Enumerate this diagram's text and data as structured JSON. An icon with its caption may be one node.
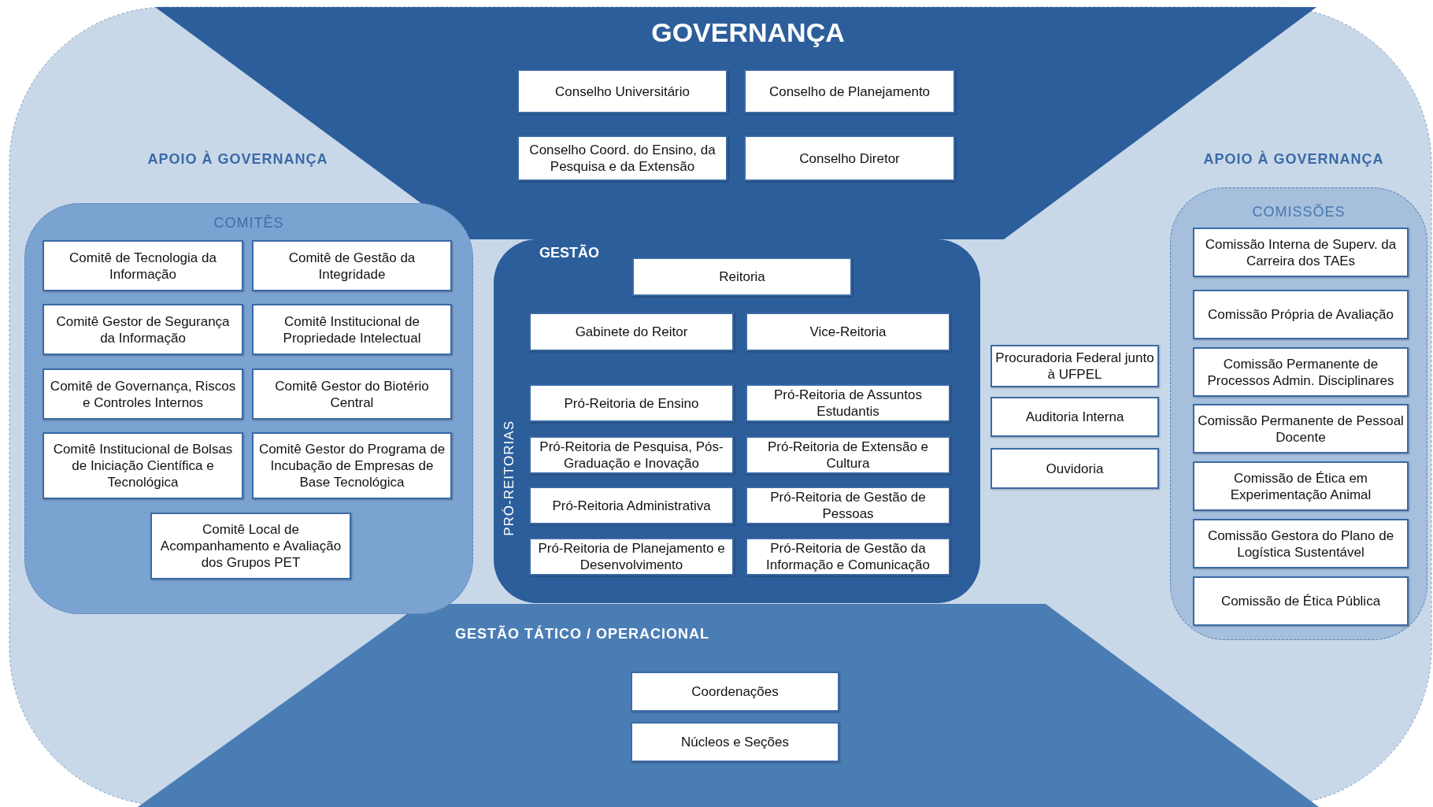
{
  "diagram": {
    "title": "GOVERNANÇA",
    "nodes": [
      {
        "text": [
          "Conselho Universitário"
        ]
      },
      {
        "text": [
          "Conselho de Planejamento"
        ]
      },
      {
        "text": [
          "Conselho Coord. do Ensino, da Pesquisa e da Extensão"
        ]
      },
      {
        "text": [
          "Conselho Diretor"
        ]
      },
      {
        "text": [
          "COMITÊS"
        ]
      },
      {
        "text": [
          "Comitê de Tecnologia da Informação"
        ],
        "in": 4
      },
      {
        "text": [
          "Comitê de Gestão da Integridade"
        ],
        "in": 4
      },
      {
        "text": [
          "Comitê Gestor de Segurança da Informação"
        ],
        "in": 4
      },
      {
        "text": [
          "Comitê Institucional de Propriedade Intelectual"
        ],
        "in": 4
      },
      {
        "text": [
          "Comitê de Governança, Riscos e Controles Internos"
        ],
        "in": 4
      },
      {
        "text": [
          "Comitê Gestor do Biotério Central"
        ],
        "in": 4
      },
      {
        "text": [
          "Comitê Institucional de Bolsas de Iniciação Científica e Tecnológica"
        ],
        "in": 4
      },
      {
        "text": [
          "Comitê Gestor do Programa de Incubação de Empresas de Base Tecnológica"
        ],
        "in": 4
      },
      {
        "text": [
          "Comitê Local de Acompanhamento e Avaliação dos Grupos PET"
        ],
        "in": 4
      },
      {
        "text": [
          "GESTÃO",
          "PRÓ-REITORIAS"
        ]
      },
      {
        "text": [
          "Reitoria"
        ],
        "in": 14
      },
      {
        "text": [
          "Gabinete do Reitor"
        ],
        "in": 14
      },
      {
        "text": [
          "Vice-Reitoria"
        ],
        "in": 14
      },
      {
        "text": [
          "Pró-Reitoria de Ensino"
        ],
        "in": 14
      },
      {
        "text": [
          "Pró-Reitoria de Assuntos Estudantis"
        ],
        "in": 14
      },
      {
        "text": [
          "Pró-Reitoria de Pesquisa, Pós-Graduação e Inovação"
        ],
        "in": 14
      },
      {
        "text": [
          "Pró-Reitoria de Extensão e Cultura"
        ],
        "in": 14
      },
      {
        "text": [
          "Pró-Reitoria Administrativa"
        ],
        "in": 14
      },
      {
        "text": [
          "Pró-Reitoria de Gestão de Pessoas"
        ],
        "in": 14
      },
      {
        "text": [
          "Pró-Reitoria de Planejamento e Desenvolvimento"
        ],
        "in": 14
      },
      {
        "text": [
          "Pró-Reitoria de Gestão da Informação e Comunicação"
        ],
        "in": 14
      },
      {
        "text": [
          "Procuradoria Federal junto à UFPEL"
        ]
      },
      {
        "text": [
          "Auditoria Interna"
        ]
      },
      {
        "text": [
          "Ouvidoria"
        ]
      },
      {
        "text": [
          "COMISSÕES"
        ]
      },
      {
        "text": [
          "Comissão Interna de Superv. da Carreira dos TAEs"
        ],
        "in": 29
      },
      {
        "text": [
          "Comissão Própria de Avaliação"
        ],
        "in": 29
      },
      {
        "text": [
          "Comissão Permanente de Processos Admin. Disciplinares"
        ],
        "in": 29
      },
      {
        "text": [
          "Comissão Permanente de Pessoal Docente"
        ],
        "in": 29
      },
      {
        "text": [
          "Comissão de Ética em Experimentação Animal"
        ],
        "in": 29
      },
      {
        "text": [
          "Comissão Gestora do Plano de Logística Sustentável"
        ],
        "in": 29
      },
      {
        "text": [
          "Comissão de Ética Pública"
        ],
        "in": 29
      },
      {
        "text": [
          "Coordenações"
        ]
      },
      {
        "text": [
          "Núcleos e Seções"
        ]
      }
    ],
    "edges": [],
    "labels": [
      "APOIO À GOVERNANÇA",
      "APOIO À GOVERNANÇA",
      "GESTÃO TÁTICO / OPERACIONAL"
    ]
  }
}
